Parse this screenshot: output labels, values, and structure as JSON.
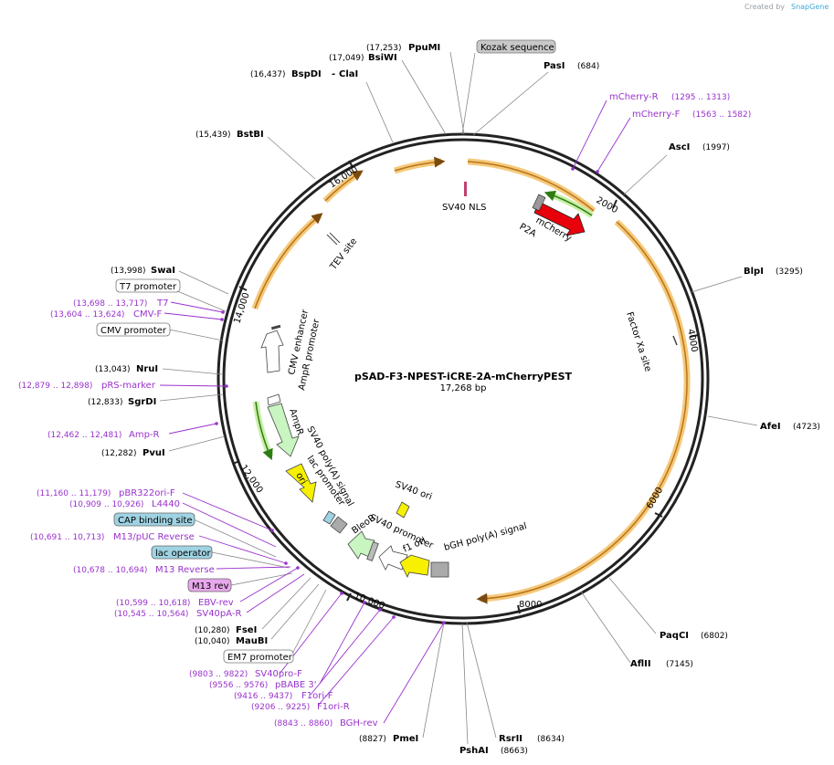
{
  "credit": {
    "created_by": "Created by",
    "brand": "SnapGene"
  },
  "map": {
    "name": "pSAD-F3-NPEST-iCRE-2A-mCherryPEST",
    "length": "17,268 bp"
  },
  "ticks": [
    "2000",
    "4000",
    "6000",
    "8000",
    "10,000",
    "12,000",
    "14,000",
    "16,000"
  ],
  "enzymes": [
    {
      "name": "PpuMI",
      "pos": "(17,253)"
    },
    {
      "name": "BsiWI",
      "pos": "(17,049)"
    },
    {
      "name": "BspDI",
      "name2": "ClaI",
      "pos": "(16,437)"
    },
    {
      "name": "BstBI",
      "pos": "(15,439)"
    },
    {
      "name": "PasI",
      "pos": "(684)"
    },
    {
      "name": "AscI",
      "pos": "(1997)"
    },
    {
      "name": "BlpI",
      "pos": "(3295)"
    },
    {
      "name": "AfeI",
      "pos": "(4723)"
    },
    {
      "name": "PaqCI",
      "pos": "(6802)"
    },
    {
      "name": "AflII",
      "pos": "(7145)"
    },
    {
      "name": "RsrII",
      "pos": "(8634)"
    },
    {
      "name": "PshAI",
      "pos": "(8663)"
    },
    {
      "name": "PmeI",
      "pos": "(8827)"
    },
    {
      "name": "SwaI",
      "pos": "(13,998)"
    },
    {
      "name": "NruI",
      "pos": "(13,043)"
    },
    {
      "name": "SgrDI",
      "pos": "(12,833)"
    },
    {
      "name": "PvuI",
      "pos": "(12,282)"
    },
    {
      "name": "FseI",
      "pos": "(10,280)"
    },
    {
      "name": "MauBI",
      "pos": "(10,040)"
    }
  ],
  "primers": [
    {
      "name": "mCherry-R",
      "pos": "(1295 .. 1313)"
    },
    {
      "name": "mCherry-F",
      "pos": "(1563 .. 1582)"
    },
    {
      "name": "T7",
      "pos": "(13,698 .. 13,717)"
    },
    {
      "name": "CMV-F",
      "pos": "(13,604 .. 13,624)"
    },
    {
      "name": "pRS-marker",
      "pos": "(12,879 .. 12,898)"
    },
    {
      "name": "Amp-R",
      "pos": "(12,462 .. 12,481)"
    },
    {
      "name": "pBR322ori-F",
      "pos": "(11,160 .. 11,179)"
    },
    {
      "name": "L4440",
      "pos": "(10,909 .. 10,926)"
    },
    {
      "name": "M13/pUC Reverse",
      "pos": "(10,691 .. 10,713)"
    },
    {
      "name": "M13 Reverse",
      "pos": "(10,678 .. 10,694)"
    },
    {
      "name": "EBV-rev",
      "pos": "(10,599 .. 10,618)"
    },
    {
      "name": "SV40pA-R",
      "pos": "(10,545 .. 10,564)"
    },
    {
      "name": "SV40pro-F",
      "pos": "(9803 .. 9822)"
    },
    {
      "name": "pBABE 3'",
      "pos": "(9556 .. 9576)"
    },
    {
      "name": "F1ori-F",
      "pos": "(9416 .. 9437)"
    },
    {
      "name": "F1ori-R",
      "pos": "(9206 .. 9225)"
    },
    {
      "name": "BGH-rev",
      "pos": "(8843 .. 8860)"
    }
  ],
  "boxed_labels": {
    "kozak": "Kozak sequence",
    "t7_promoter": "T7 promoter",
    "cmv_promoter": "CMV promoter",
    "cap_site": "CAP binding site",
    "lac_operator": "lac operator",
    "m13_rev": "M13 rev",
    "em7_promoter": "EM7 promoter"
  },
  "features": {
    "sv40_nls": "SV40 NLS",
    "mcherry": "mCherry",
    "p2a": "P2A",
    "tev_site": "TEV site",
    "factor_xa": "Factor Xa site",
    "cmv_enhancer": "CMV enhancer",
    "ampr_promoter": "AmpR promoter",
    "ampr": "AmpR",
    "sv40_polya": "SV40 poly(A) signal",
    "lac_promoter": "lac promoter",
    "ori": "ori",
    "sv40_ori": "SV40 ori",
    "bleor": "BleoR",
    "sv40_promoter": "SV40 promoter",
    "f1_ori": "f1 ori",
    "bgh_polya": "bGH poly(A) signal"
  },
  "colors": {
    "backbone": "#222222",
    "orange_orf": "#f5c97a",
    "orange_line": "#b8741a",
    "primer": "#9932cc",
    "green": "#4caf1a",
    "mcherry": "#e8000b",
    "ori_yellow": "#f7f000",
    "pale_green": "#c8f5c0",
    "gray": "#aaaaaa",
    "box_gray": "#c8c8c8",
    "box_blue": "#9fd3e3",
    "box_purple": "#e8a8ec"
  }
}
